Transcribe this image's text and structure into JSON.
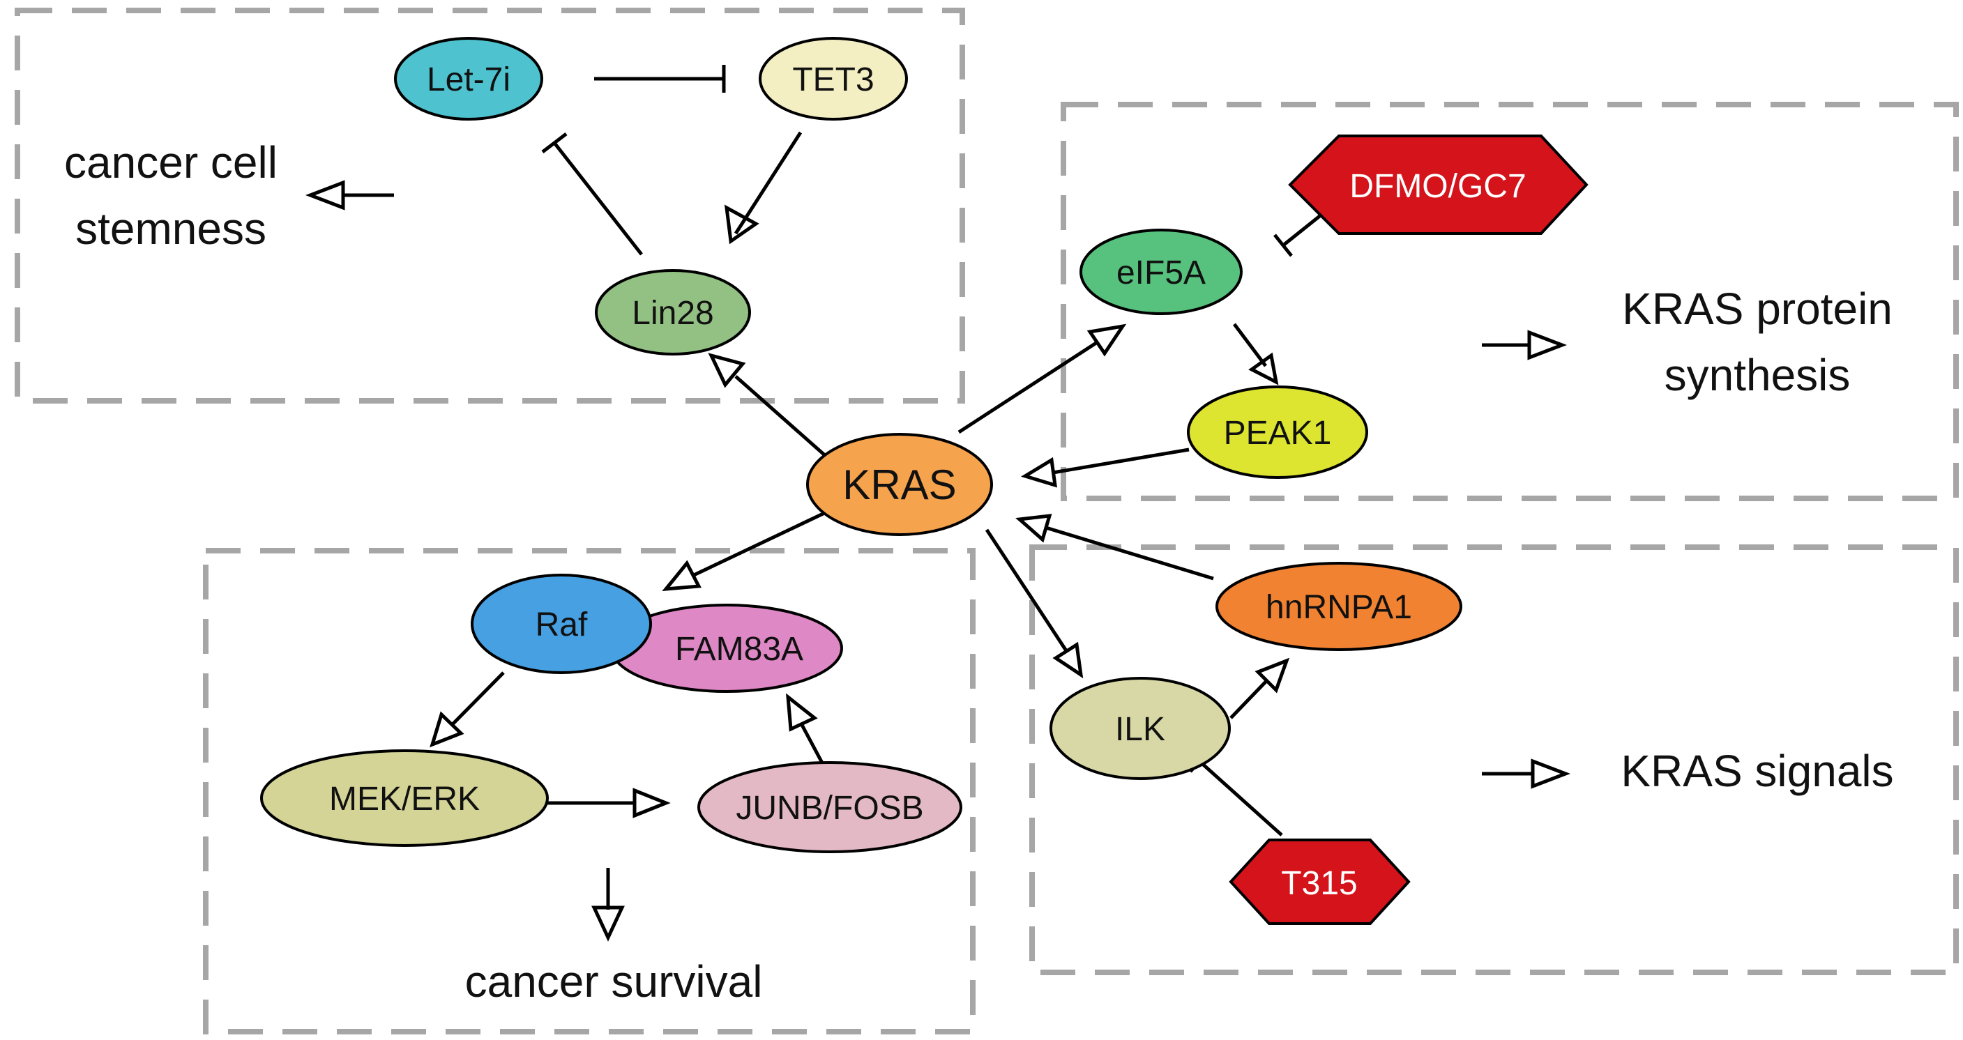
{
  "nodes": {
    "let7i": {
      "label": "Let-7i",
      "color": "#4ec3cf"
    },
    "tet3": {
      "label": "TET3",
      "color": "#f4efc2"
    },
    "lin28": {
      "label": "Lin28",
      "color": "#93c083"
    },
    "kras": {
      "label": "KRAS",
      "color": "#f6a34e"
    },
    "eif5a": {
      "label": "eIF5A",
      "color": "#57c17e"
    },
    "peak1": {
      "label": "PEAK1",
      "color": "#dde530"
    },
    "hnrnpa1": {
      "label": "hnRNPA1",
      "color": "#f08232"
    },
    "ilk": {
      "label": "ILK",
      "color": "#d8d8a6"
    },
    "raf": {
      "label": "Raf",
      "color": "#47a0e2"
    },
    "fam83a": {
      "label": "FAM83A",
      "color": "#de88c5"
    },
    "mekerk": {
      "label": "MEK/ERK",
      "color": "#d3d496"
    },
    "junbfosb": {
      "label": "JUNB/FOSB",
      "color": "#e4b9c6"
    }
  },
  "inhibitors": {
    "dfmo": {
      "label": "DFMO/GC7",
      "color": "#d5131b"
    },
    "t315": {
      "label": "T315",
      "color": "#d5131b"
    }
  },
  "outcomes": {
    "stemness_line1": "cancer cell",
    "stemness_line2": "stemness",
    "protein_line1": "KRAS protein",
    "protein_line2": "synthesis",
    "signals": "KRAS signals",
    "survival": "cancer survival"
  }
}
